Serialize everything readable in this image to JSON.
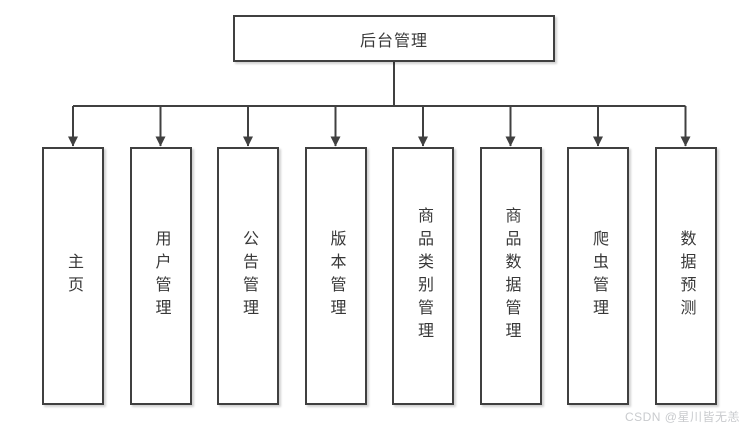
{
  "diagram": {
    "root": {
      "label": "后台管理"
    },
    "children": [
      {
        "label": "主页"
      },
      {
        "label": "用户管理"
      },
      {
        "label": "公告管理"
      },
      {
        "label": "版本管理"
      },
      {
        "label": "商品类别管理"
      },
      {
        "label": "商品数据管理"
      },
      {
        "label": "爬虫管理"
      },
      {
        "label": "数据预测"
      }
    ]
  },
  "watermark": {
    "text": "CSDN @星川皆无恙"
  },
  "colors": {
    "line": "#404040",
    "text": "#383838",
    "background": "#ffffff",
    "watermark": "#c9cbce"
  }
}
